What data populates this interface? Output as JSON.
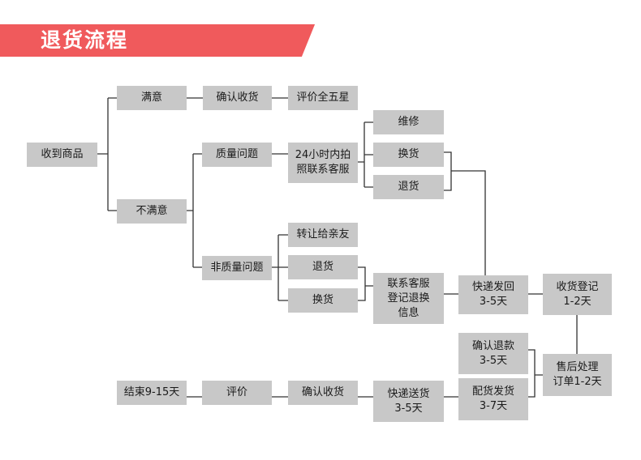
{
  "header": {
    "title": "退货流程"
  },
  "nodes": {
    "receive": "收到商品",
    "satisfied": "满意",
    "confirm_receipt_top": "确认收货",
    "rate_five_star": "评价全五星",
    "unsatisfied": "不满意",
    "quality_issue": "质量问题",
    "photo_contact": "24小时内拍\n照联系客服",
    "repair": "维修",
    "exchange_q": "换货",
    "return_q": "退货",
    "non_quality_issue": "非质量问题",
    "gift_friend": "转让给亲友",
    "return_nq": "退货",
    "exchange_nq": "换货",
    "contact_register": "联系客服\n登记退换\n信息",
    "express_return": "快递发回\n3-5天",
    "receive_register": "收货登记\n1-2天",
    "after_sales": "售后处理\n订单1-2天",
    "confirm_refund": "确认退款\n3-5天",
    "ship_goods": "配货发货\n3-7天",
    "express_deliver": "快递送货\n3-5天",
    "confirm_receipt_bottom": "确认收货",
    "rate": "评价",
    "end": "结束9-15天"
  }
}
